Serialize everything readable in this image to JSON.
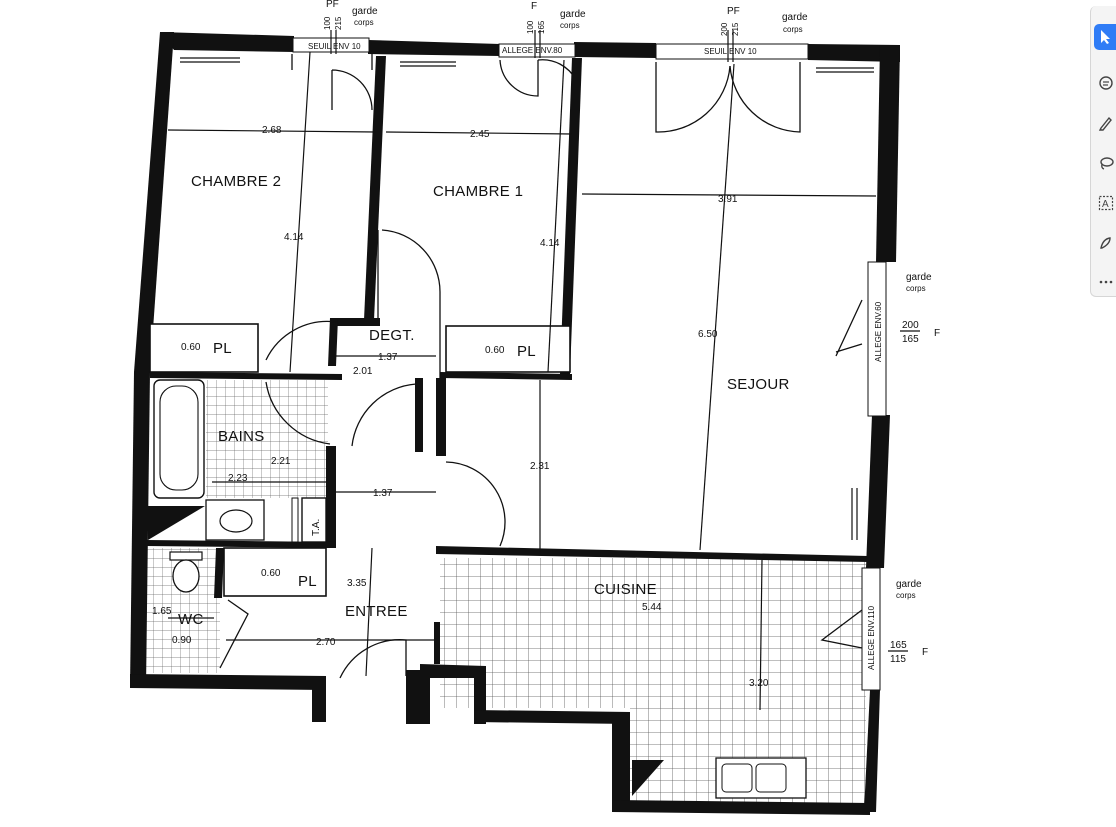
{
  "rooms": {
    "chambre2": "CHAMBRE 2",
    "chambre1": "CHAMBRE 1",
    "sejour": "SEJOUR",
    "degt": "DEGT.",
    "bains": "BAINS",
    "wc": "WC",
    "entree": "ENTREE",
    "cuisine": "CUISINE"
  },
  "dimensions": {
    "ch2_width": "2.68",
    "ch2_depth": "4.14",
    "ch1_width": "2.45",
    "ch1_depth": "4.14",
    "sejour_width": "3.91",
    "sejour_depth": "6.50",
    "pl_ch2": "0.60",
    "pl_ch1": "0.60",
    "pl_entree": "0.60",
    "degt_width": "1.37",
    "degt_len": "2.01",
    "bains_h": "2.21",
    "bains_w": "2.23",
    "hall_width": "1.37",
    "cuisine_sejour_join": "2.31",
    "wc_h": "1.65",
    "wc_w": "0.90",
    "entree_len": "3.35",
    "entree_width": "2.70",
    "cuisine_area": "5.44",
    "cuisine_depth": "3.20"
  },
  "labels": {
    "pl": "PL",
    "ta": "T.A.",
    "seuil1": "SEUIL ENV 10",
    "allege1": "ALLEGE ENV.80",
    "seuil2": "SEUIL ENV 10",
    "allege_env60": "ALLEGE ENV.60",
    "allege_env110": "ALLEGE ENV.110",
    "pf": "PF",
    "f": "F",
    "garde": "garde",
    "corps": "corps",
    "h100": "100",
    "h215": "215",
    "h165": "165",
    "h200": "200",
    "h115": "115"
  },
  "toolbar": {
    "tools": [
      "select-tool",
      "comment-tool",
      "draw-tool",
      "lasso-tool",
      "text-box-tool",
      "sign-tool",
      "more-tool"
    ],
    "active": "select-tool"
  }
}
